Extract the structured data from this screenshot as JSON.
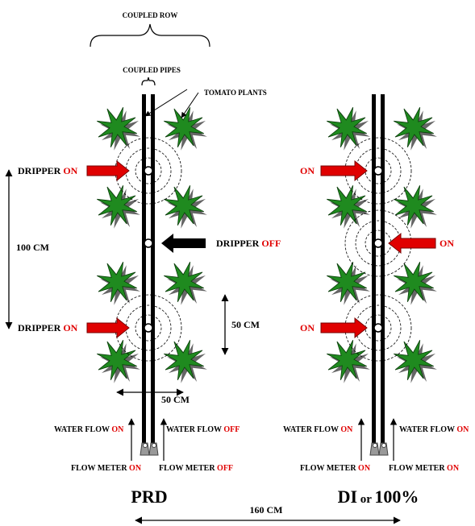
{
  "colors": {
    "plant": "#1f8a1f",
    "plant_shadow": "#666666",
    "red_arrow": "#e00000",
    "black": "#000000",
    "meter": "#999999"
  },
  "labels": {
    "coupled_row": "COUPLED ROW",
    "coupled_pipes": "COUPLED PIPES",
    "tomato_plants": "TOMATO PLANTS",
    "dist_100": "100 CM",
    "dist_50_v": "50 CM",
    "dist_50_h": "50 CM",
    "dist_160": "160 CM"
  },
  "prd": {
    "title": "PRD",
    "dripper_top_prefix": "DRIPPER ",
    "dripper_top_state": "ON",
    "dripper_mid_prefix": "DRIPPER ",
    "dripper_mid_state": "OFF",
    "dripper_bot_prefix": "DRIPPER ",
    "dripper_bot_state": "ON",
    "flow_left_prefix": "WATER FLOW ",
    "flow_left_state": "ON",
    "flow_right_prefix": "WATER FLOW ",
    "flow_right_state": "OFF",
    "meter_left_prefix": "FLOW METER ",
    "meter_left_state": "ON",
    "meter_right_prefix": "FLOW METER ",
    "meter_right_state": "OFF"
  },
  "di": {
    "title_a": "DI",
    "title_b": " or ",
    "title_c": "100%",
    "dripper_top_state": "ON",
    "dripper_mid_state": "ON",
    "dripper_bot_state": "ON",
    "flow_left_prefix": "WATER FLOW ",
    "flow_left_state": "ON",
    "flow_right_prefix": "WATER FLOW ",
    "flow_right_state": "ON",
    "meter_left_prefix": "FLOW METER ",
    "meter_left_state": "ON",
    "meter_right_prefix": "FLOW METER ",
    "meter_right_state": "ON"
  }
}
